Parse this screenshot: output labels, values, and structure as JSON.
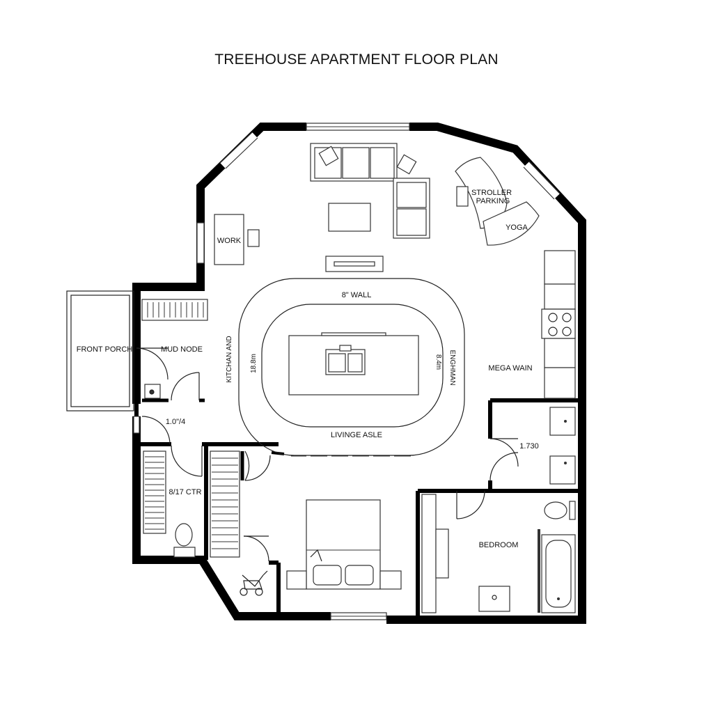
{
  "title": "TREEHOUSE APARTMENT FLOOR PLAN",
  "labels": {
    "work": "WORK",
    "stroller_parking_1": "STROLLER",
    "stroller_parking_2": "PARKING",
    "yoga": "YOGA",
    "wall_8": "8\"  WALL",
    "front_porch": "FRONT PORCH",
    "mud_node": "MUD NODE",
    "kitchen_left": "KITCHAN AND",
    "dim_left": "18.8m",
    "dim_right": "8.4m",
    "kitchen_right": "ENGHMAN",
    "mega_wain": "MEGA WAIN",
    "dim_entry": "1.0\"/4",
    "living_aisle": "LIVINGE ASLE",
    "dim_bath": "1.730",
    "storage": "8/17 CTR",
    "bedroom": "BEDROOM"
  },
  "colors": {
    "wall": "#000000",
    "line": "#222222",
    "background": "#ffffff"
  }
}
